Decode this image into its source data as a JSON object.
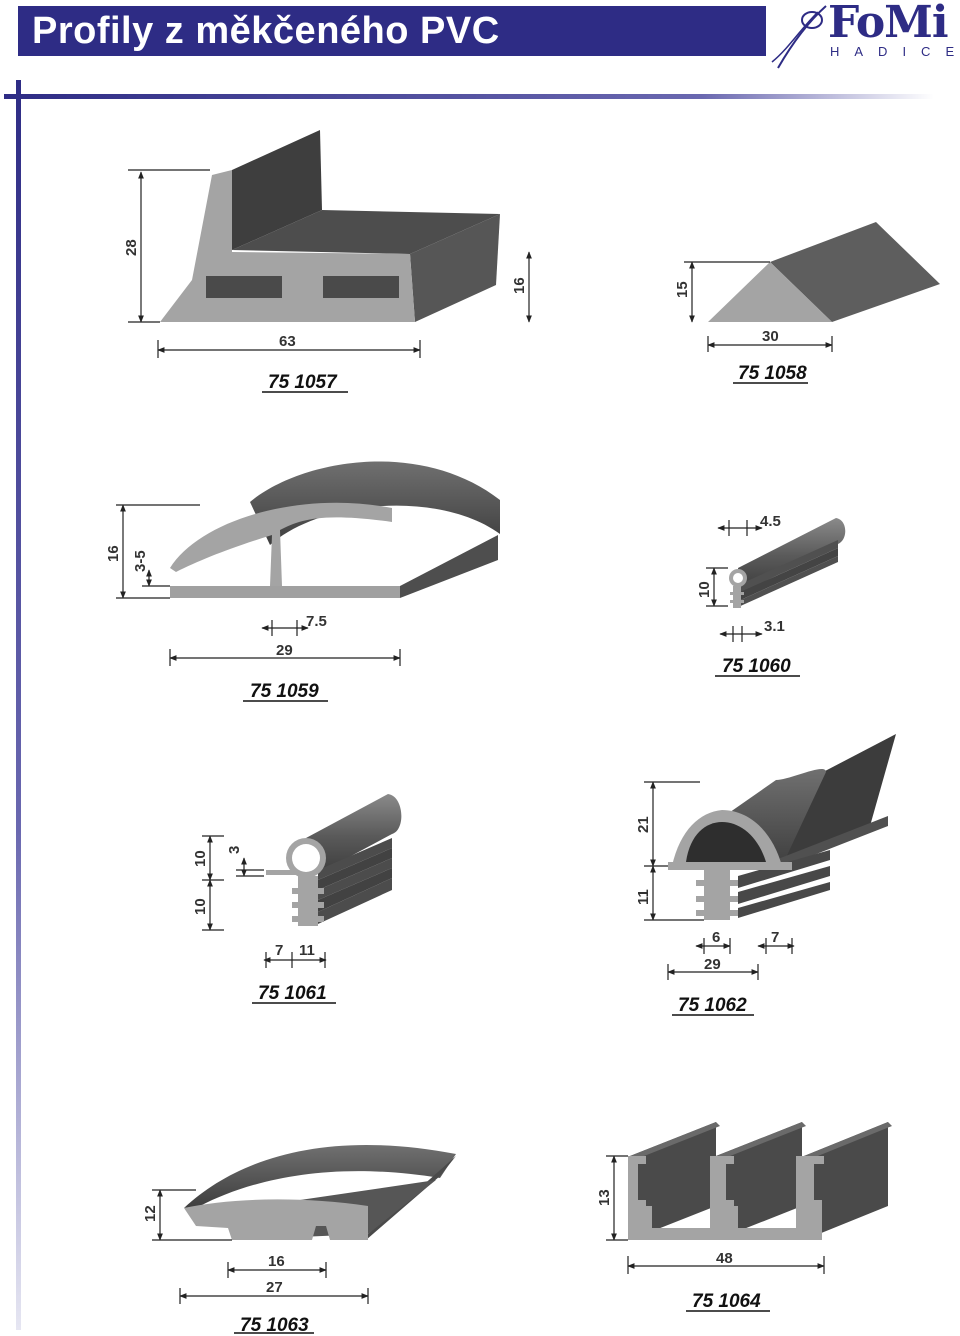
{
  "header": {
    "title": "Profily z měkčeného PVC"
  },
  "logo": {
    "name": "FoMi",
    "subtitle": "HADICE"
  },
  "colors": {
    "brand": "#2e2c85",
    "profile_dark": "#555555",
    "profile_light": "#a0a0a0"
  },
  "profiles": [
    {
      "code": "75 1057",
      "dims": [
        "28",
        "16",
        "63"
      ]
    },
    {
      "code": "75 1058",
      "dims": [
        "15",
        "30"
      ]
    },
    {
      "code": "75 1059",
      "dims": [
        "16",
        "3-5",
        "7.5",
        "29"
      ]
    },
    {
      "code": "75 1060",
      "dims": [
        "4.5",
        "10",
        "3.1"
      ]
    },
    {
      "code": "75 1061",
      "dims": [
        "10",
        "10",
        "3",
        "7",
        "11"
      ]
    },
    {
      "code": "75 1062",
      "dims": [
        "21",
        "11",
        "6",
        "7",
        "29"
      ]
    },
    {
      "code": "75 1063",
      "dims": [
        "12",
        "16",
        "27"
      ]
    },
    {
      "code": "75 1064",
      "dims": [
        "13",
        "48"
      ]
    }
  ]
}
